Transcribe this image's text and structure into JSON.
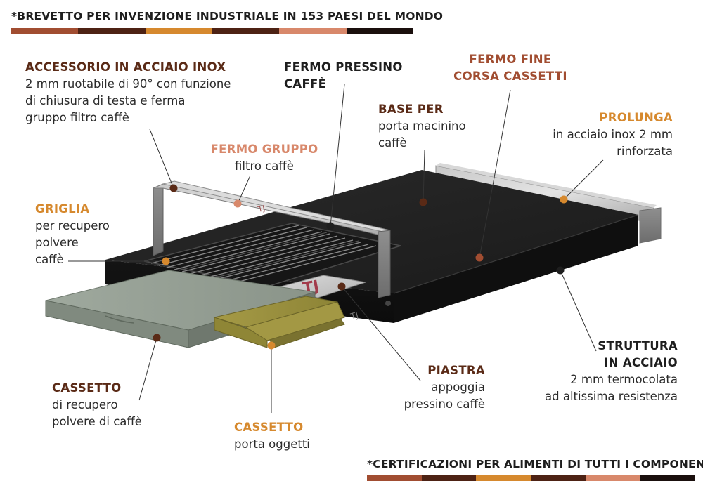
{
  "top_note": "*BREVETTO PER INVENZIONE INDUSTRIALE IN 153 PAESI DEL MONDO",
  "bottom_note": "*CERTIFICAZIONI PER ALIMENTI DI TUTTI I COMPONENTI",
  "color_bar": [
    "#a14d31",
    "#4d2214",
    "#d6892e",
    "#4d2214",
    "#d8886b",
    "#1a0f0d"
  ],
  "product_marks": {
    "logo_plate": "TJ",
    "logo_bar": "TJ",
    "logo_front": "TJ"
  },
  "labels": {
    "accessorio": {
      "title": "ACCESSORIO IN ACCIAIO INOX",
      "lines": [
        "2 mm ruotabile di 90° con funzione",
        "di chiusura di testa e ferma",
        "gruppo filtro caffè"
      ],
      "color": "#5a2a16"
    },
    "fermo_pressino": {
      "title_lines": [
        "FERMO PRESSINO",
        "CAFFÈ"
      ],
      "color": "#1e1e1e"
    },
    "fermo_fine": {
      "title_lines": [
        "FERMO FINE",
        "CORSA CASSETTI"
      ],
      "color": "#a14d31"
    },
    "base_per": {
      "title": "BASE PER",
      "lines": [
        "porta macinino",
        "caffè"
      ],
      "color": "#5a2a16"
    },
    "fermo_gruppo": {
      "title": "FERMO GRUPPO",
      "lines": [
        "filtro caffè"
      ],
      "color": "#d8886b"
    },
    "prolunga": {
      "title": "PROLUNGA",
      "lines": [
        "in acciaio inox 2 mm",
        "rinforzata"
      ],
      "color": "#d6892e"
    },
    "griglia": {
      "title": "GRIGLIA",
      "lines": [
        "per recupero",
        "polvere",
        "caffè"
      ],
      "color": "#d6892e"
    },
    "struttura": {
      "title_lines": [
        "STRUTTURA",
        "IN ACCIAIO"
      ],
      "lines": [
        "2 mm termocolata",
        "ad altissima resistenza"
      ],
      "color": "#1e1e1e"
    },
    "piastra": {
      "title": "PIASTRA",
      "lines": [
        "appoggia",
        "pressino caffè"
      ],
      "color": "#5a2a16"
    },
    "cassetto1": {
      "title": "CASSETTO",
      "lines": [
        "di recupero",
        "polvere di caffè"
      ],
      "color": "#5a2a16"
    },
    "cassetto2": {
      "title": "CASSETTO",
      "lines": [
        "porta oggetti"
      ],
      "color": "#d6892e"
    }
  }
}
